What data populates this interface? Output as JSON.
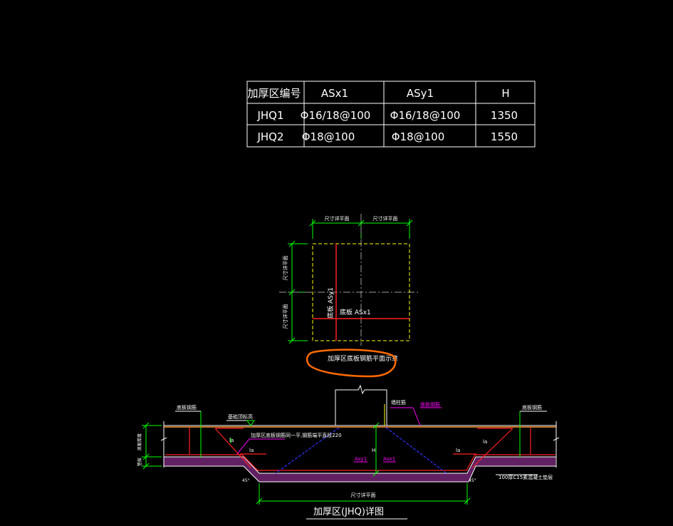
{
  "table": {
    "headers": [
      "加厚区编号",
      "ASx1",
      "ASy1",
      "H"
    ],
    "rows": [
      [
        "JHQ1",
        "Φ16/18@100",
        "Φ16/18@100",
        "1350"
      ],
      [
        "JHQ2",
        "Φ18@100",
        "Φ18@100",
        "1550"
      ]
    ]
  },
  "plan": {
    "dim_top_left": "尺寸详平面",
    "dim_top_right": "尺寸详平面",
    "dim_left_top": "尺寸详平面",
    "dim_left_bottom": "尺寸详平面",
    "label_asy1": "底板 ASy1",
    "label_asx1": "底板 ASx1",
    "note": "加厚区底板钢筋平面示意"
  },
  "section": {
    "label_left_bar": "底板钢筋",
    "label_right_bar": "底板钢筋",
    "label_top_mid": "墙柱筋",
    "label_top_magenta": "底板钢筋",
    "label_elev": "基础顶标高",
    "label_note_bar": "加厚区底板钢筋同一平,钢筋端平直段220",
    "label_h": "H",
    "label_asy1": "Asy1",
    "label_asx1": "Asx1",
    "label_la_left1": "la",
    "label_la_left2": "la",
    "label_la_right1": "la",
    "label_la_right2": "la",
    "label_thickness": "底板厚度",
    "label_cushion_left": "垫层",
    "label_cushion_right": "100厚C15素混凝土垫层",
    "label_bottom_dim": "尺寸详平面",
    "label_angle_left": "45°",
    "label_angle_right": "45°",
    "title": "加厚区(JHQ)详图"
  },
  "colors": {
    "table_line": "#ffffff",
    "dim": "#00ff00",
    "red": "#ff2020",
    "yellow": "#ffff00",
    "magenta": "#ff00ff",
    "blue": "#3030ff",
    "orange": "#ff6a00",
    "gray": "#9a9a9a",
    "hatch": "#ff44ff"
  }
}
